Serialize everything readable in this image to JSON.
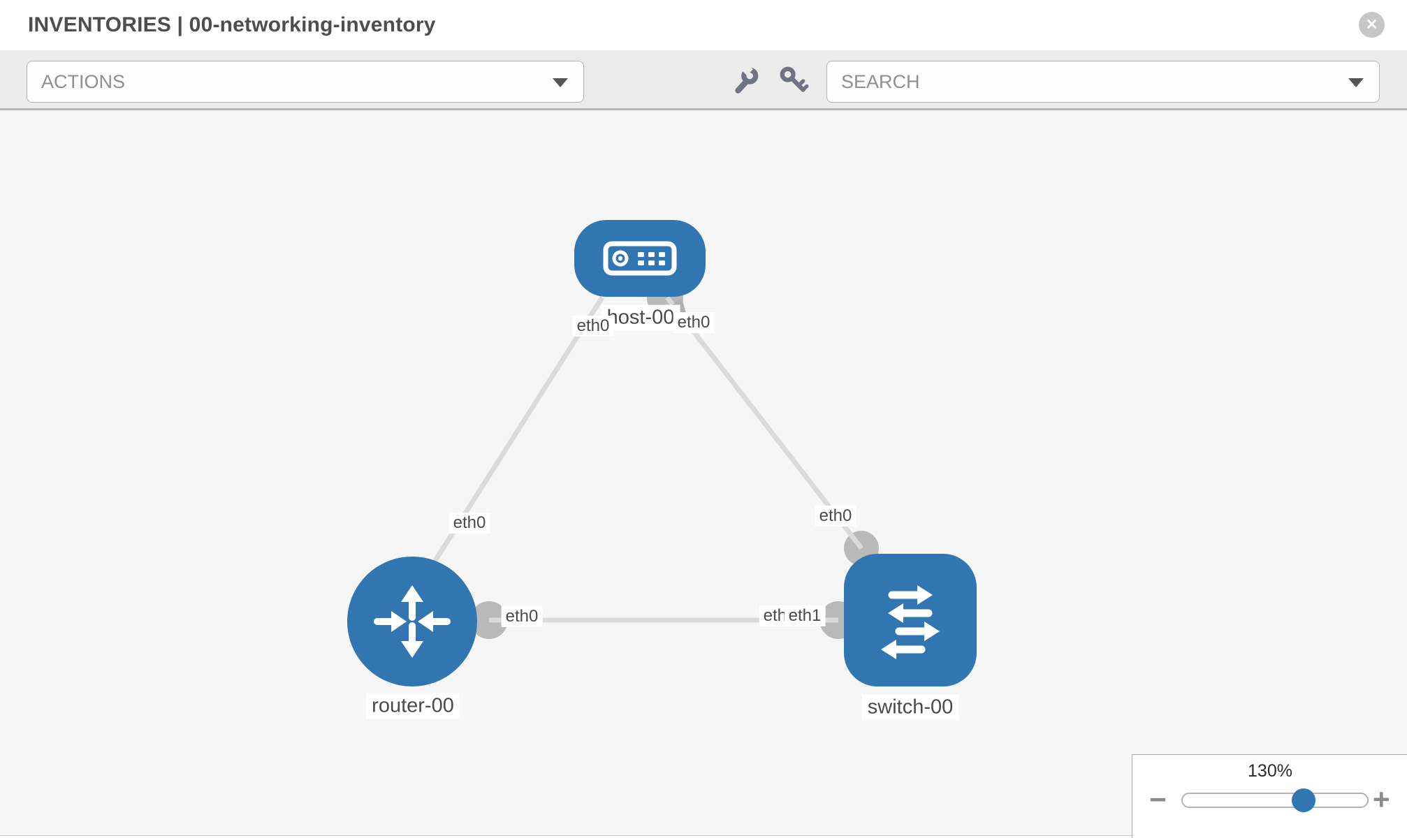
{
  "header": {
    "title": "INVENTORIES | 00-networking-inventory"
  },
  "icons": {
    "close_glyph": "✕",
    "minus_glyph": "−",
    "plus_glyph": "+",
    "names": [
      "close-icon",
      "caret-down-icon",
      "wrench-icon",
      "key-icon",
      "host-icon",
      "router-icon",
      "switch-icon"
    ]
  },
  "toolbar": {
    "actions_label": "ACTIONS",
    "search_label": "SEARCH"
  },
  "diagram": {
    "nodes": [
      {
        "id": "host-00",
        "type": "host",
        "label": "host-00"
      },
      {
        "id": "router-00",
        "type": "router",
        "label": "router-00"
      },
      {
        "id": "switch-00",
        "type": "switch",
        "label": "switch-00"
      }
    ],
    "links": [
      {
        "from": "host-00",
        "to": "router-00",
        "from_interface": "eth0",
        "to_interface": "eth0"
      },
      {
        "from": "host-00",
        "to": "switch-00",
        "from_interface": "eth0",
        "to_interface": "eth0"
      },
      {
        "from": "router-00",
        "to": "switch-00",
        "from_interface": "eth0",
        "to_interface": "eth1"
      }
    ],
    "port_labels": {
      "host_to_router": "eth0",
      "host_to_switch": "eth0",
      "router_to_host": "eth0",
      "switch_to_host": "eth0",
      "router_to_switch": "eth0",
      "switch_to_router_back": "eth0",
      "switch_to_router": "eth1"
    }
  },
  "zoom_control": {
    "level": "130%"
  },
  "colors": {
    "node_blue": "#3276b1",
    "link_gray": "#dadada",
    "interface_gray": "#b9b9b9",
    "canvas_bg": "#f5f6f5",
    "toolbar_bg": "#ebebeb"
  }
}
